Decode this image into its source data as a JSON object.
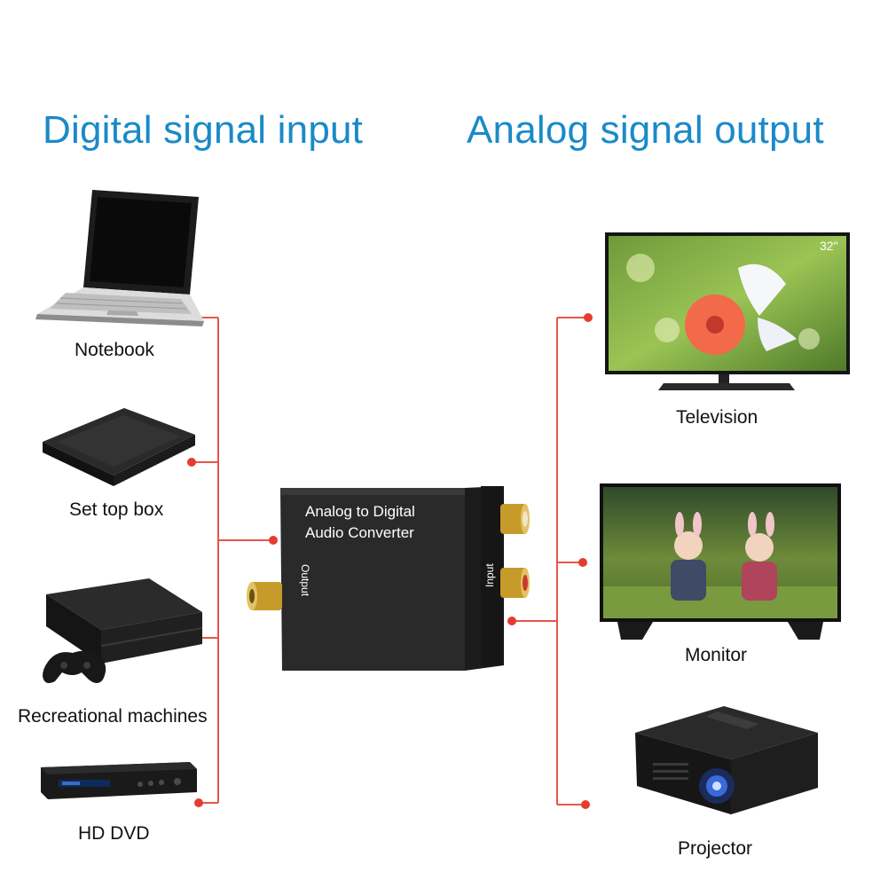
{
  "headings": {
    "input": "Digital signal input",
    "output": "Analog signal output"
  },
  "inputs": [
    {
      "label": "Notebook",
      "icon": "notebook-icon"
    },
    {
      "label": "Set top box",
      "icon": "set-top-box-icon"
    },
    {
      "label": "Recreational machines",
      "icon": "game-console-icon"
    },
    {
      "label": "HD DVD",
      "icon": "dvd-player-icon"
    }
  ],
  "outputs": [
    {
      "label": "Television",
      "icon": "television-icon",
      "badge": "32\""
    },
    {
      "label": "Monitor",
      "icon": "monitor-icon"
    },
    {
      "label": "Projector",
      "icon": "projector-icon"
    }
  ],
  "converter": {
    "line1": "Analog to Digital",
    "line2": "Audio Converter",
    "output_port": "Output",
    "input_port": "Input"
  },
  "colors": {
    "heading": "#1a8ac8",
    "connector": "#e8554a",
    "dot": "#e63c2f",
    "converter_body": "#2a2a2a"
  }
}
